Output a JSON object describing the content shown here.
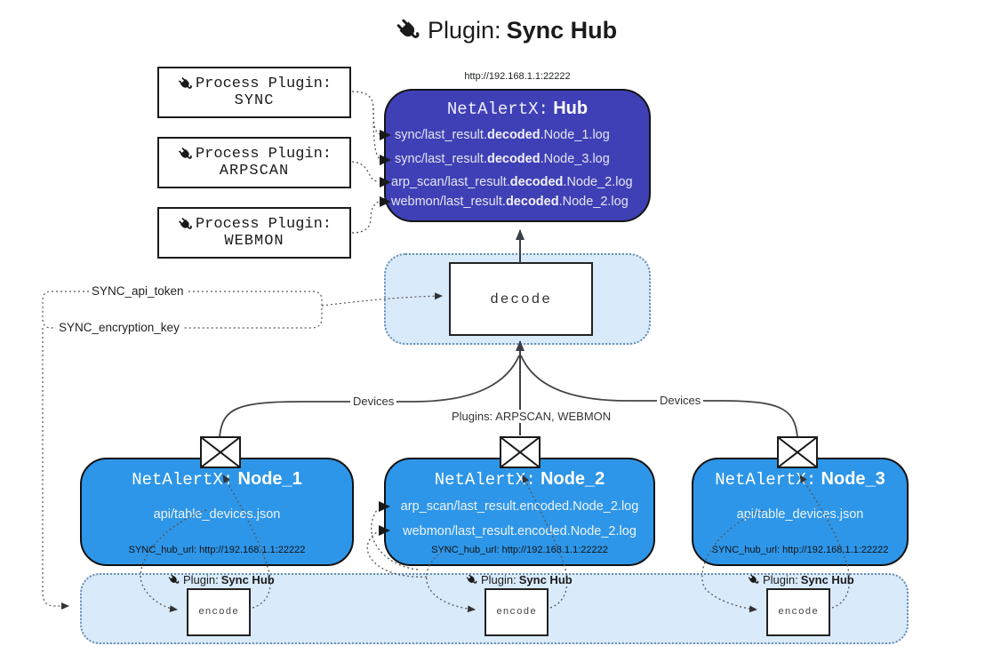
{
  "title": {
    "prefix": "Plugin:",
    "name": "Sync Hub"
  },
  "hub": {
    "url_label": "http://192.168.1.1:22222",
    "title_prefix": "NetAlertX:",
    "title_name": "Hub",
    "logs": [
      {
        "pre": "sync/last_result.",
        "bold": "decoded",
        "post": ".Node_1.log"
      },
      {
        "pre": "sync/last_result.",
        "bold": "decoded",
        "post": ".Node_3.log"
      },
      {
        "pre": "arp_scan/last_result.",
        "bold": "decoded",
        "post": ".Node_2.log"
      },
      {
        "pre": "webmon/last_result.",
        "bold": "decoded",
        "post": ".Node_2.log"
      }
    ]
  },
  "process_plugins": [
    {
      "label": "Process Plugin:",
      "name": "SYNC"
    },
    {
      "label": "Process Plugin:",
      "name": "ARPSCAN"
    },
    {
      "label": "Process Plugin:",
      "name": "WEBMON"
    }
  ],
  "decode": {
    "label": "decode"
  },
  "config": {
    "api_token": "SYNC_api_token",
    "encryption_key": "SYNC_encryption_key"
  },
  "edges": {
    "devices_left": "Devices",
    "plugins_center": "Plugins: ARPSCAN, WEBMON",
    "devices_right": "Devices"
  },
  "nodes": [
    {
      "title_prefix": "NetAlertX:",
      "title_name": "Node_1",
      "files": [
        "api/table_devices.json"
      ],
      "hub_url": "SYNC_hub_url: http://192.168.1.1:22222"
    },
    {
      "title_prefix": "NetAlertX:",
      "title_name": "Node_2",
      "files": [
        "arp_scan/last_result.encoded.Node_2.log",
        "webmon/last_result.encoded.Node_2.log"
      ],
      "hub_url": "SYNC_hub_url: http://192.168.1.1:22222"
    },
    {
      "title_prefix": "NetAlertX:",
      "title_name": "Node_3",
      "files": [
        "api/table_devices.json"
      ],
      "hub_url": "SYNC_hub_url: http://192.168.1.1:22222"
    }
  ],
  "encode": {
    "label": "encode",
    "plugin_prefix": "Plugin:",
    "plugin_name": "Sync Hub"
  },
  "colors": {
    "hub_bg": "#3f40b5",
    "node_bg": "#2e96e8",
    "panel_bg": "#d9eafb",
    "panel_border": "#6a8db0",
    "line": "#3a3f47",
    "text_on_blue": "#e4e4f2"
  }
}
